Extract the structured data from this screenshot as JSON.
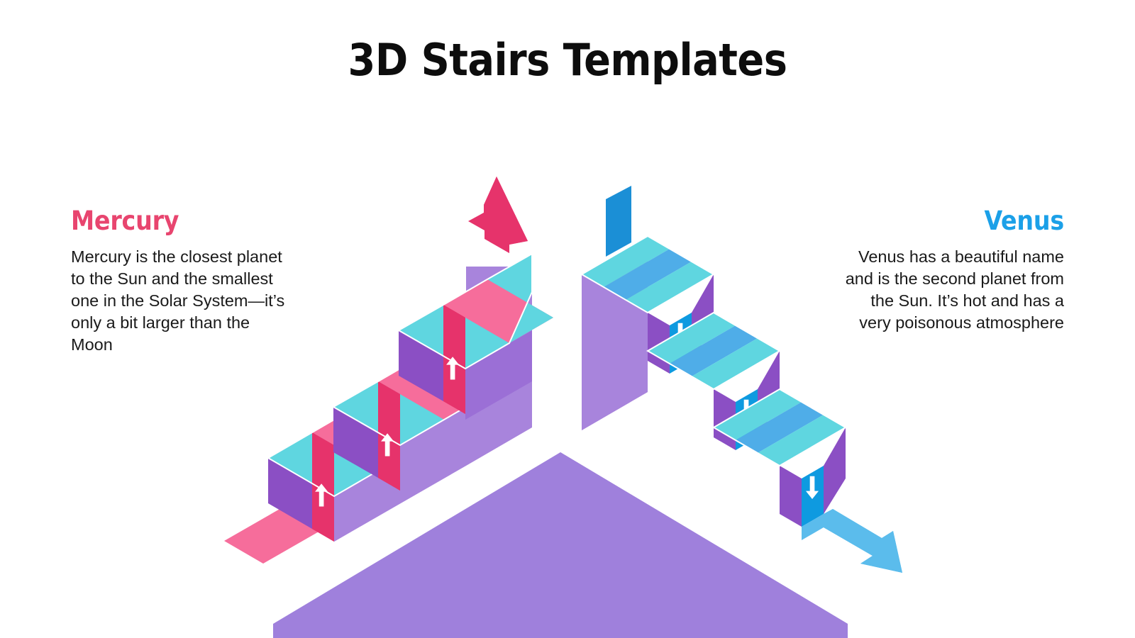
{
  "slide": {
    "title": "3D Stairs Templates",
    "background_color": "#ffffff"
  },
  "panels": [
    {
      "id": "mercury",
      "heading": "Mercury",
      "heading_color": "#E8456F",
      "body": "Mercury is the closest planet to the Sun and the smallest one in the Solar System—it’s only a bit larger than the Moon",
      "align": "left"
    },
    {
      "id": "venus",
      "heading": "Venus",
      "heading_color": "#1BA0E8",
      "body": "Venus has a beautiful name and is the second planet from the Sun. It’s hot and has a very poisonous atmosphere",
      "align": "right"
    }
  ],
  "artwork": {
    "description": "isometric-3d-stairs-diagram",
    "base_platform_color": "#9F80DC",
    "left_staircase": {
      "name": "mercury-staircase",
      "direction": "ascending",
      "step_count": 3,
      "arrow_icon": "arrow-up-icon",
      "arrow_count": 3,
      "riser_color": "#E6336B",
      "tread_stripe_colors": [
        "#5FD6E0",
        "#F66D9B",
        "#5FD6E0"
      ],
      "side_dark_color": "#8B4FC4",
      "side_light_color": "#A884DC",
      "tail_strip_color": "#F66D9B",
      "head_arrow_color": "#E6336B"
    },
    "right_staircase": {
      "name": "venus-staircase",
      "direction": "descending",
      "step_count": 3,
      "arrow_icon": "arrow-down-icon",
      "arrow_count": 3,
      "riser_color": "#0E9AE0",
      "tread_stripe_colors": [
        "#5FD6E0",
        "#4FADE8",
        "#5FD6E0"
      ],
      "side_dark_color": "#8B4FC4",
      "side_light_color": "#A884DC",
      "tail_flag_color": "#1B8FD6",
      "head_arrow_color": "#5BBCEC"
    }
  }
}
